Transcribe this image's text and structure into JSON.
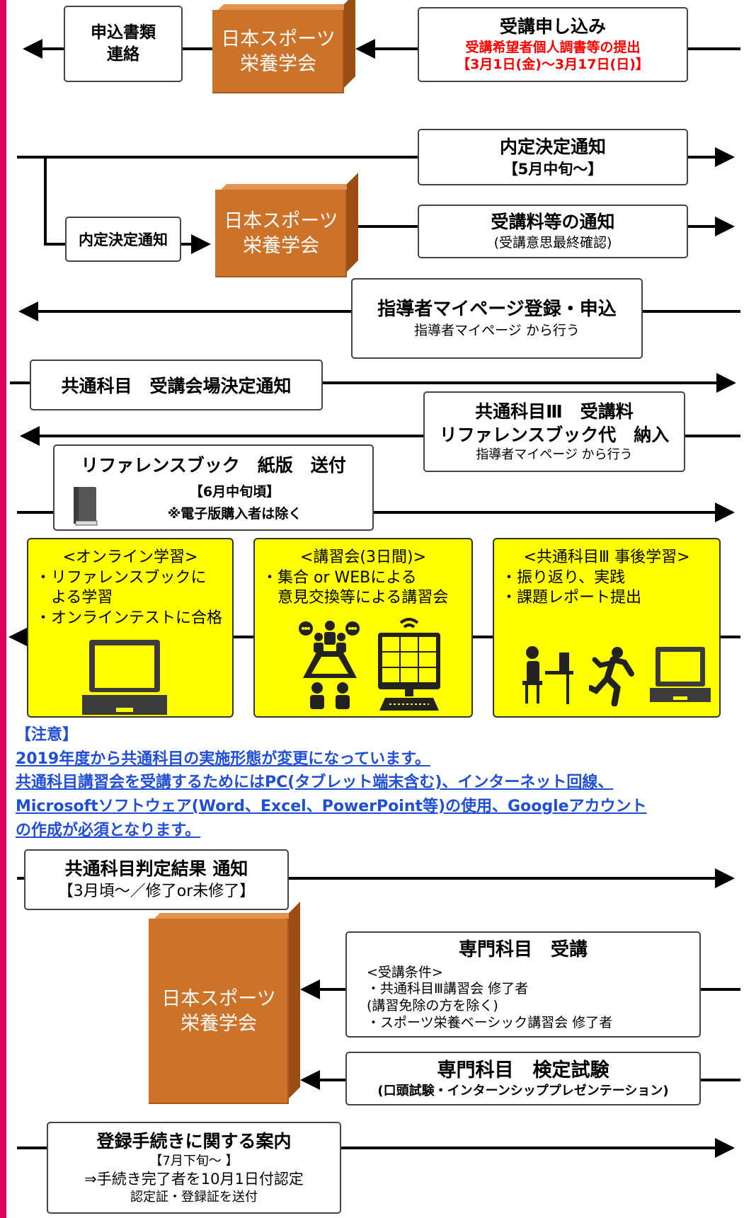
{
  "organization": "日本スポーツ\n栄養学会",
  "org_line1": "日本スポーツ",
  "org_line2": "栄養学会",
  "application_docs": {
    "line1": "申込書類",
    "line2": "連絡"
  },
  "application": {
    "title": "受講申し込み",
    "sub": "受講希望者個人調書等の提出",
    "period": "【3月1日(金)～3月17日(日)】"
  },
  "tentative_notice": {
    "title": "内定決定通知",
    "period": "【5月中旬～】"
  },
  "tentative_notice_small": "内定決定通知",
  "fee_notice": {
    "title": "受講料等の通知",
    "sub": "(受講意思最終確認)"
  },
  "mypage_registration": {
    "title": "指導者マイページ登録・申込",
    "sub": "指導者マイページ から行う"
  },
  "venue_notice": "共通科目　受講会場決定通知",
  "fee_payment": {
    "line1": "共通科目Ⅲ　受講料",
    "line2": "リファレンスブック代　納入",
    "sub": "指導者マイページ から行う"
  },
  "reference_book": {
    "title": "リファレンスブック　紙版　送付",
    "period": "【6月中旬頃】",
    "note": "※電子版購入者は除く"
  },
  "online_learning": {
    "title": "<オンライン学習>",
    "items": [
      "・リファレンスブックに",
      "　よる学習",
      "・オンラインテストに合格"
    ]
  },
  "seminar": {
    "title": "<講習会(3日間)>",
    "items": [
      "・集合 or WEBによる",
      "　意見交換等による講習会"
    ]
  },
  "post_learning": {
    "title": "<共通科目Ⅲ 事後学習>",
    "items": [
      "・振り返り、実践",
      "・課題レポート提出"
    ]
  },
  "notice": {
    "heading": "【注意】",
    "lines": [
      "2019年度から共通科目の実施形態が変更になっています。",
      "共通科目講習会を受講するためにはPC(タブレット端末含む)、インターネット回線、",
      "Microsoftソフトウェア(Word、Excel、PowerPoint等)の使用、Googleアカウント",
      "の作成が必須となります。"
    ]
  },
  "result_notice": {
    "title": "共通科目判定結果 通知",
    "sub": "【3月頃～／修了or未修了】"
  },
  "specialty_course": {
    "title": "専門科目　受講",
    "cond_title": "<受講条件>",
    "conds": [
      "・共通科目Ⅲ講習会 修了者",
      "(講習免除の方を除く)",
      "・スポーツ栄養ベーシック講習会 修了者"
    ]
  },
  "specialty_exam": {
    "title": "専門科目　検定試験",
    "sub": "(口頭試験・インターンシッププレゼンテーション)"
  },
  "registration_guide": {
    "title": "登録手続きに関する案内",
    "period": "【7月下旬～ 】",
    "line1": "⇒手続き完了者を10月1日付認定",
    "line2": "認定証・登録証を送付"
  },
  "colors": {
    "accent": "#e0005e",
    "org": "#cc7229",
    "highlight": "#ffff00",
    "notice": "#1f4fd8",
    "warning": "#ff0000"
  },
  "icons": [
    "book-icon",
    "laptop-icon",
    "meeting-icon",
    "web-meeting-icon",
    "desk-worker-icon",
    "running-person-icon"
  ]
}
